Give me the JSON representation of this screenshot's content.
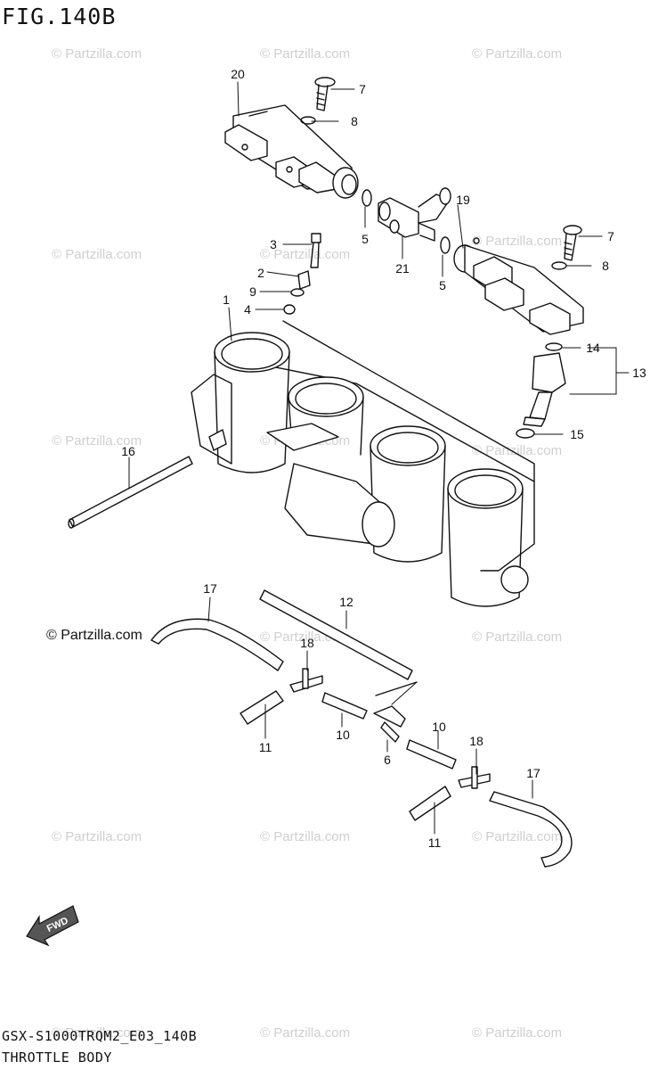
{
  "header": {
    "figure_title": "FIG.140B"
  },
  "footer": {
    "model_code": "GSX-S1000TRQM2_E03_140B",
    "section_name": "THROTTLE BODY"
  },
  "watermark": {
    "text": "© Partzilla.com",
    "brand_text": "© Partzilla.com"
  },
  "callouts": [
    "20",
    "7",
    "8",
    "5",
    "21",
    "19",
    "5",
    "3",
    "2",
    "9",
    "4",
    "1",
    "7",
    "8",
    "14",
    "13",
    "15",
    "16",
    "17",
    "12",
    "18",
    "11",
    "10",
    "6",
    "10",
    "18",
    "17",
    "11"
  ],
  "badge": {
    "fwd": "FWD"
  }
}
